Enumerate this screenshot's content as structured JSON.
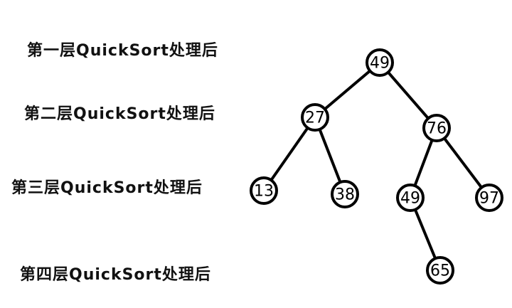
{
  "layer_labels": [
    "第一层QuickSort处理后",
    "第二层QuickSort处理后",
    "第三层QuickSort处理后",
    "第四层QuickSort处理后"
  ],
  "tree": {
    "nodes": [
      {
        "id": "n1",
        "label": "49"
      },
      {
        "id": "n2",
        "label": "27"
      },
      {
        "id": "n3",
        "label": "76"
      },
      {
        "id": "n4",
        "label": "13"
      },
      {
        "id": "n5",
        "label": "38"
      },
      {
        "id": "n6",
        "label": "49"
      },
      {
        "id": "n7",
        "label": "97"
      },
      {
        "id": "n8",
        "label": "65"
      }
    ],
    "edges": [
      [
        "n1",
        "n2"
      ],
      [
        "n1",
        "n3"
      ],
      [
        "n2",
        "n4"
      ],
      [
        "n2",
        "n5"
      ],
      [
        "n3",
        "n6"
      ],
      [
        "n3",
        "n7"
      ],
      [
        "n6",
        "n8"
      ]
    ]
  }
}
